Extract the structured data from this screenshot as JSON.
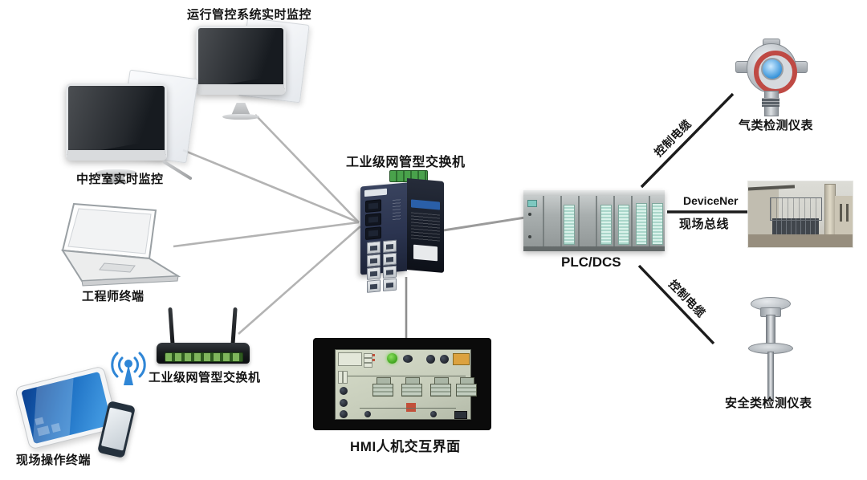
{
  "nodes": {
    "monitor_top": {
      "label": "运行管控系统实时监控"
    },
    "monitor_left": {
      "label": "中控室实时监控"
    },
    "laptop": {
      "label": "工程师终端"
    },
    "router_switch": {
      "label": "工业级网管型交换机"
    },
    "field_terminal": {
      "label": "现场操作终端"
    },
    "core_switch": {
      "label": "工业级网管型交换机"
    },
    "plc": {
      "label": "PLC/DCS"
    },
    "hmi": {
      "label": "HMI人机交互界面"
    },
    "gas_detector": {
      "label": "气类检测仪表"
    },
    "safety_detector": {
      "label": "安全类检测仪表"
    }
  },
  "edges": {
    "control_cable_top": "控制电缆",
    "fieldbus_name": "DeviceNer",
    "fieldbus_type": "现场总线",
    "control_cable_bottom": "控制电缆"
  },
  "colors": {
    "wire_gray": "#b3b3b3",
    "cable_black": "#1c1c1c",
    "wifi_blue": "#2f86d6",
    "switch_navy": "#2b3450",
    "plc_vent_mint": "#bfe3d8",
    "detector_red_ring": "#bf4a44",
    "detector_blue_core": "#2f8fd8"
  }
}
